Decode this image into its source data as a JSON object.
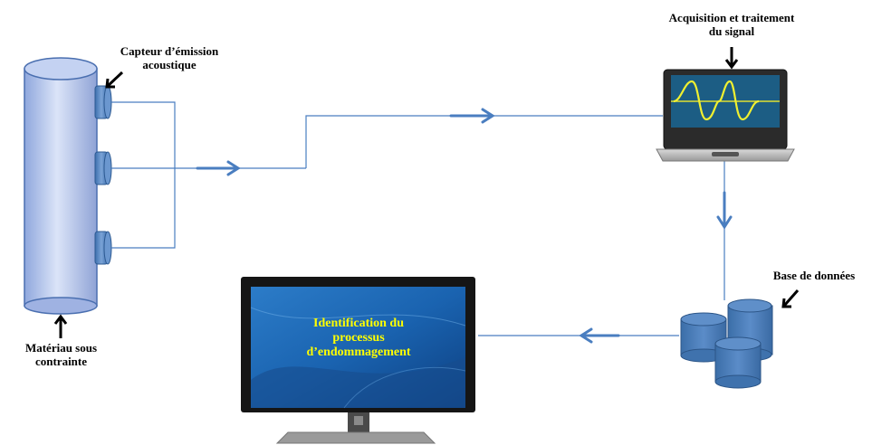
{
  "labels": {
    "sensor_line1": "Capteur d’émission",
    "sensor_line2": "acoustique",
    "material_line1": "Matériau sous",
    "material_line2": "contrainte",
    "acquisition_line1": "Acquisition et traitement",
    "acquisition_line2": "du signal",
    "database": "Base de données",
    "screen_line1": "Identification du",
    "screen_line2": "processus",
    "screen_line3": "d’endommagement"
  },
  "colors": {
    "cylinder": "#b8c8ec",
    "line": "#4a7ec0",
    "database": "#4f80bd",
    "screen": "#1f5ea8",
    "screen_text": "#ffff00",
    "waveform": "#f0f030"
  }
}
